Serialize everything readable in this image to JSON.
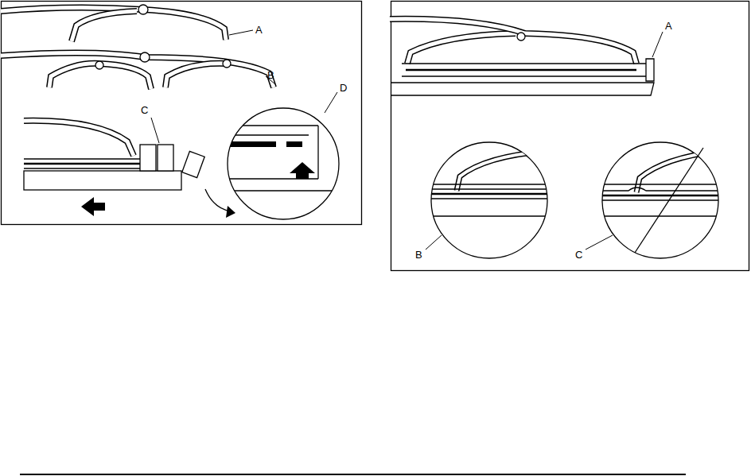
{
  "diagram": {
    "labels": [
      "A",
      "B",
      "C",
      "D",
      "A",
      "B",
      "C"
    ]
  }
}
